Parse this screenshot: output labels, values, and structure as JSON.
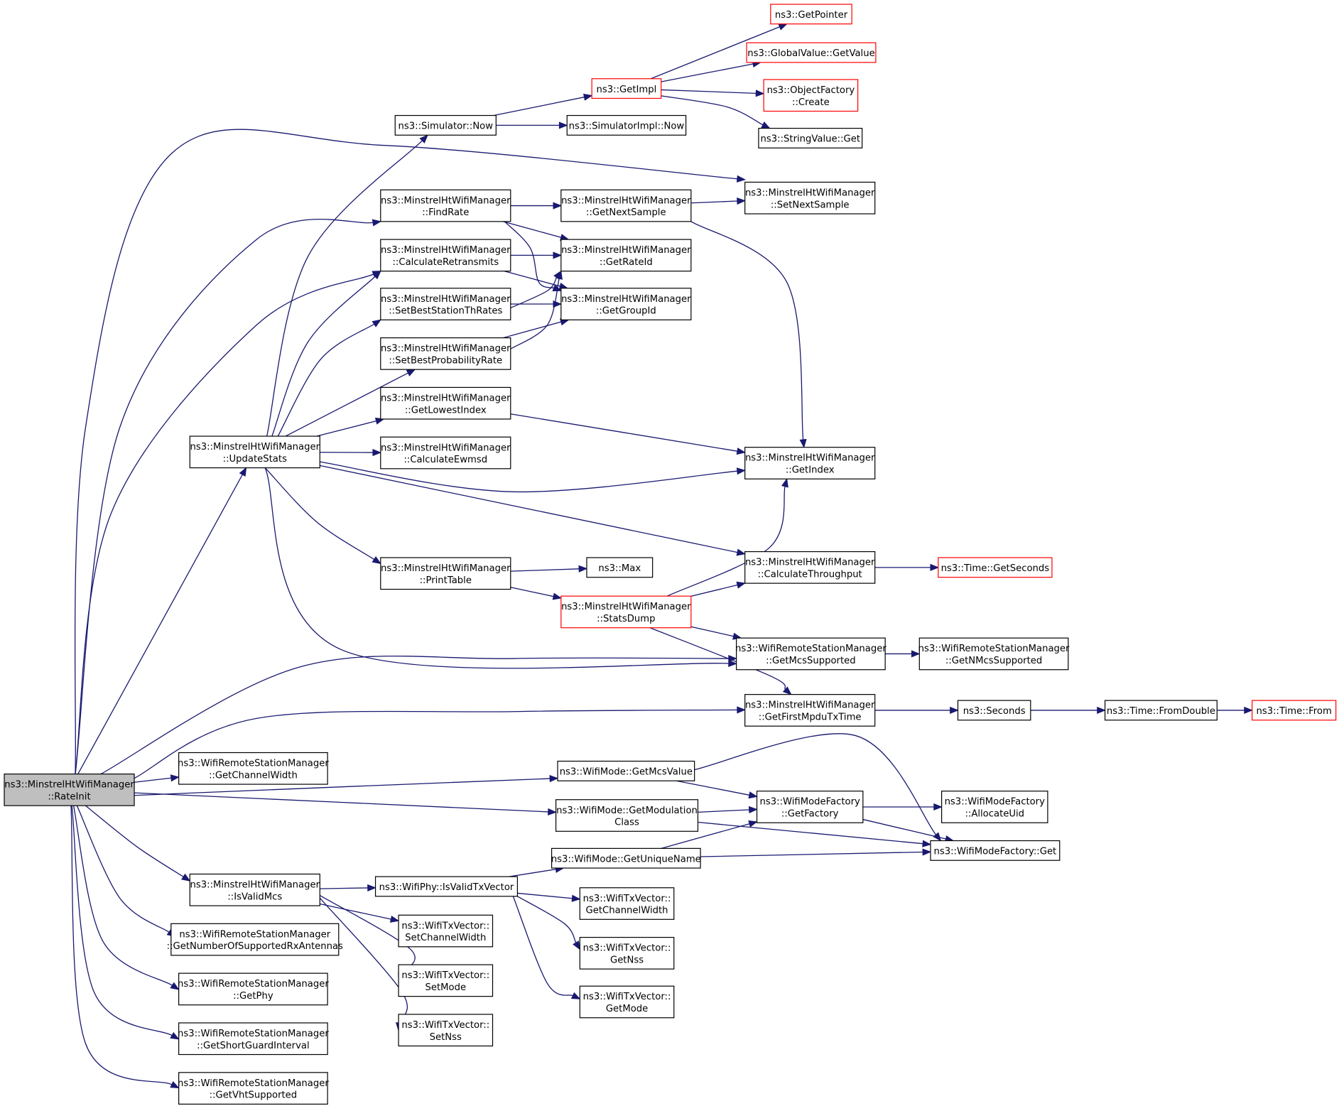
{
  "diagram": {
    "type": "call-graph",
    "colors": {
      "edge": "#191970",
      "border": "#000000",
      "truncated_border": "#ff0000",
      "root_fill": "#bfbfbf"
    },
    "nodes": [
      {
        "id": "rateinit",
        "lines": [
          "ns3::MinstrelHtWifiManager",
          "::RateInit"
        ],
        "root": true
      },
      {
        "id": "updatestats",
        "lines": [
          "ns3::MinstrelHtWifiManager",
          "::UpdateStats"
        ]
      },
      {
        "id": "simnow",
        "lines": [
          "ns3::Simulator::Now"
        ]
      },
      {
        "id": "getimpl",
        "lines": [
          "ns3::GetImpl"
        ],
        "truncated": true
      },
      {
        "id": "getpointer",
        "lines": [
          "ns3::GetPointer"
        ],
        "truncated": true
      },
      {
        "id": "gvgetvalue",
        "lines": [
          "ns3::GlobalValue::GetValue"
        ],
        "truncated": true
      },
      {
        "id": "ofcreate",
        "lines": [
          "ns3::ObjectFactory",
          "::Create"
        ],
        "truncated": true
      },
      {
        "id": "svget",
        "lines": [
          "ns3::StringValue::Get"
        ]
      },
      {
        "id": "simimplnow",
        "lines": [
          "ns3::SimulatorImpl::Now"
        ]
      },
      {
        "id": "findrate",
        "lines": [
          "ns3::MinstrelHtWifiManager",
          "::FindRate"
        ]
      },
      {
        "id": "calcretrans",
        "lines": [
          "ns3::MinstrelHtWifiManager",
          "::CalculateRetransmits"
        ]
      },
      {
        "id": "setbestth",
        "lines": [
          "ns3::MinstrelHtWifiManager",
          "::SetBestStationThRates"
        ]
      },
      {
        "id": "setbestprob",
        "lines": [
          "ns3::MinstrelHtWifiManager",
          "::SetBestProbabilityRate"
        ]
      },
      {
        "id": "getlowest",
        "lines": [
          "ns3::MinstrelHtWifiManager",
          "::GetLowestIndex"
        ]
      },
      {
        "id": "calcewmsd",
        "lines": [
          "ns3::MinstrelHtWifiManager",
          "::CalculateEwmsd"
        ]
      },
      {
        "id": "getnextsample",
        "lines": [
          "ns3::MinstrelHtWifiManager",
          "::GetNextSample"
        ]
      },
      {
        "id": "getrateid",
        "lines": [
          "ns3::MinstrelHtWifiManager",
          "::GetRateId"
        ]
      },
      {
        "id": "getgroupid",
        "lines": [
          "ns3::MinstrelHtWifiManager",
          "::GetGroupId"
        ]
      },
      {
        "id": "setnextsample",
        "lines": [
          "ns3::MinstrelHtWifiManager",
          "::SetNextSample"
        ]
      },
      {
        "id": "getindex",
        "lines": [
          "ns3::MinstrelHtWifiManager",
          "::GetIndex"
        ]
      },
      {
        "id": "printtable",
        "lines": [
          "ns3::MinstrelHtWifiManager",
          "::PrintTable"
        ]
      },
      {
        "id": "max",
        "lines": [
          "ns3::Max"
        ]
      },
      {
        "id": "statsdump",
        "lines": [
          "ns3::MinstrelHtWifiManager",
          "::StatsDump"
        ],
        "truncated": true
      },
      {
        "id": "calcthroughput",
        "lines": [
          "ns3::MinstrelHtWifiManager",
          "::CalculateThroughput"
        ]
      },
      {
        "id": "timegetseconds",
        "lines": [
          "ns3::Time::GetSeconds"
        ],
        "truncated": true
      },
      {
        "id": "getmcssupported",
        "lines": [
          "ns3::WifiRemoteStationManager",
          "::GetMcsSupported"
        ]
      },
      {
        "id": "getnmcssupported",
        "lines": [
          "ns3::WifiRemoteStationManager",
          "::GetNMcsSupported"
        ]
      },
      {
        "id": "getfirstmpdu",
        "lines": [
          "ns3::MinstrelHtWifiManager",
          "::GetFirstMpduTxTime"
        ]
      },
      {
        "id": "seconds",
        "lines": [
          "ns3::Seconds"
        ]
      },
      {
        "id": "fromdouble",
        "lines": [
          "ns3::Time::FromDouble"
        ]
      },
      {
        "id": "timefrom",
        "lines": [
          "ns3::Time::From"
        ],
        "truncated": true
      },
      {
        "id": "getchannelwidth",
        "lines": [
          "ns3::WifiRemoteStationManager",
          "::GetChannelWidth"
        ]
      },
      {
        "id": "getmcsvalue",
        "lines": [
          "ns3::WifiMode::GetMcsValue"
        ]
      },
      {
        "id": "getmodclass",
        "lines": [
          "ns3::WifiMode::GetModulation",
          "Class"
        ]
      },
      {
        "id": "getuniquename",
        "lines": [
          "ns3::WifiMode::GetUniqueName"
        ]
      },
      {
        "id": "wmfgetfactory",
        "lines": [
          "ns3::WifiModeFactory",
          "::GetFactory"
        ]
      },
      {
        "id": "wmfallocuid",
        "lines": [
          "ns3::WifiModeFactory",
          "::AllocateUid"
        ]
      },
      {
        "id": "wmfget",
        "lines": [
          "ns3::WifiModeFactory::Get"
        ]
      },
      {
        "id": "isvalidmcs",
        "lines": [
          "ns3::MinstrelHtWifiManager",
          "::IsValidMcs"
        ]
      },
      {
        "id": "isvalidtxvector",
        "lines": [
          "ns3::WifiPhy::IsValidTxVector"
        ]
      },
      {
        "id": "txsetchannelwidth",
        "lines": [
          "ns3::WifiTxVector::",
          "SetChannelWidth"
        ]
      },
      {
        "id": "txsetmode",
        "lines": [
          "ns3::WifiTxVector::",
          "SetMode"
        ]
      },
      {
        "id": "txsetnss",
        "lines": [
          "ns3::WifiTxVector::",
          "SetNss"
        ]
      },
      {
        "id": "txgetchannelwidth",
        "lines": [
          "ns3::WifiTxVector::",
          "GetChannelWidth"
        ]
      },
      {
        "id": "txgetnss",
        "lines": [
          "ns3::WifiTxVector::",
          "GetNss"
        ]
      },
      {
        "id": "txgetmode",
        "lines": [
          "ns3::WifiTxVector::",
          "GetMode"
        ]
      },
      {
        "id": "getnumrxant",
        "lines": [
          "ns3::WifiRemoteStationManager",
          "::GetNumberOfSupportedRxAntennas"
        ]
      },
      {
        "id": "getphy",
        "lines": [
          "ns3::WifiRemoteStationManager",
          "::GetPhy"
        ]
      },
      {
        "id": "getsgi",
        "lines": [
          "ns3::WifiRemoteStationManager",
          "::GetShortGuardInterval"
        ]
      },
      {
        "id": "getvht",
        "lines": [
          "ns3::WifiRemoteStationManager",
          "::GetVhtSupported"
        ]
      }
    ],
    "edges": [
      {
        "from": "rateinit",
        "to": "updatestats"
      },
      {
        "from": "rateinit",
        "to": "setnextsample"
      },
      {
        "from": "rateinit",
        "to": "findrate"
      },
      {
        "from": "rateinit",
        "to": "calcretrans"
      },
      {
        "from": "rateinit",
        "to": "getmcssupported"
      },
      {
        "from": "rateinit",
        "to": "getfirstmpdu"
      },
      {
        "from": "rateinit",
        "to": "getchannelwidth"
      },
      {
        "from": "rateinit",
        "to": "getmcsvalue"
      },
      {
        "from": "rateinit",
        "to": "getmodclass"
      },
      {
        "from": "rateinit",
        "to": "isvalidmcs"
      },
      {
        "from": "rateinit",
        "to": "getnumrxant"
      },
      {
        "from": "rateinit",
        "to": "getphy"
      },
      {
        "from": "rateinit",
        "to": "getsgi"
      },
      {
        "from": "rateinit",
        "to": "getvht"
      },
      {
        "from": "updatestats",
        "to": "simnow"
      },
      {
        "from": "updatestats",
        "to": "calcretrans"
      },
      {
        "from": "updatestats",
        "to": "setbestth"
      },
      {
        "from": "updatestats",
        "to": "setbestprob"
      },
      {
        "from": "updatestats",
        "to": "getlowest"
      },
      {
        "from": "updatestats",
        "to": "calcewmsd"
      },
      {
        "from": "updatestats",
        "to": "getindex"
      },
      {
        "from": "updatestats",
        "to": "calcthroughput"
      },
      {
        "from": "updatestats",
        "to": "printtable"
      },
      {
        "from": "updatestats",
        "to": "getmcssupported"
      },
      {
        "from": "simnow",
        "to": "getimpl"
      },
      {
        "from": "simnow",
        "to": "simimplnow"
      },
      {
        "from": "getimpl",
        "to": "getpointer"
      },
      {
        "from": "getimpl",
        "to": "gvgetvalue"
      },
      {
        "from": "getimpl",
        "to": "ofcreate"
      },
      {
        "from": "getimpl",
        "to": "svget"
      },
      {
        "from": "findrate",
        "to": "getnextsample"
      },
      {
        "from": "findrate",
        "to": "getrateid"
      },
      {
        "from": "findrate",
        "to": "getgroupid"
      },
      {
        "from": "calcretrans",
        "to": "getrateid"
      },
      {
        "from": "calcretrans",
        "to": "getgroupid"
      },
      {
        "from": "setbestth",
        "to": "getrateid"
      },
      {
        "from": "setbestth",
        "to": "getgroupid"
      },
      {
        "from": "setbestprob",
        "to": "getrateid"
      },
      {
        "from": "setbestprob",
        "to": "getgroupid"
      },
      {
        "from": "getnextsample",
        "to": "setnextsample"
      },
      {
        "from": "getnextsample",
        "to": "getindex"
      },
      {
        "from": "getlowest",
        "to": "getindex"
      },
      {
        "from": "printtable",
        "to": "max"
      },
      {
        "from": "printtable",
        "to": "statsdump"
      },
      {
        "from": "statsdump",
        "to": "getindex"
      },
      {
        "from": "statsdump",
        "to": "calcthroughput"
      },
      {
        "from": "statsdump",
        "to": "getmcssupported"
      },
      {
        "from": "statsdump",
        "to": "getfirstmpdu"
      },
      {
        "from": "calcthroughput",
        "to": "timegetseconds"
      },
      {
        "from": "getmcssupported",
        "to": "getnmcssupported"
      },
      {
        "from": "getfirstmpdu",
        "to": "seconds"
      },
      {
        "from": "seconds",
        "to": "fromdouble"
      },
      {
        "from": "fromdouble",
        "to": "timefrom"
      },
      {
        "from": "getmcsvalue",
        "to": "wmfgetfactory"
      },
      {
        "from": "getmcsvalue",
        "to": "wmfget"
      },
      {
        "from": "getmodclass",
        "to": "wmfgetfactory"
      },
      {
        "from": "getmodclass",
        "to": "wmfget"
      },
      {
        "from": "getuniquename",
        "to": "wmfgetfactory"
      },
      {
        "from": "getuniquename",
        "to": "wmfget"
      },
      {
        "from": "wmfgetfactory",
        "to": "wmfallocuid"
      },
      {
        "from": "wmfgetfactory",
        "to": "wmfget"
      },
      {
        "from": "isvalidmcs",
        "to": "isvalidtxvector"
      },
      {
        "from": "isvalidmcs",
        "to": "txsetchannelwidth"
      },
      {
        "from": "isvalidmcs",
        "to": "txsetmode"
      },
      {
        "from": "isvalidmcs",
        "to": "txsetnss"
      },
      {
        "from": "isvalidtxvector",
        "to": "getuniquename"
      },
      {
        "from": "isvalidtxvector",
        "to": "txgetchannelwidth"
      },
      {
        "from": "isvalidtxvector",
        "to": "txgetnss"
      },
      {
        "from": "isvalidtxvector",
        "to": "txgetmode"
      }
    ]
  }
}
